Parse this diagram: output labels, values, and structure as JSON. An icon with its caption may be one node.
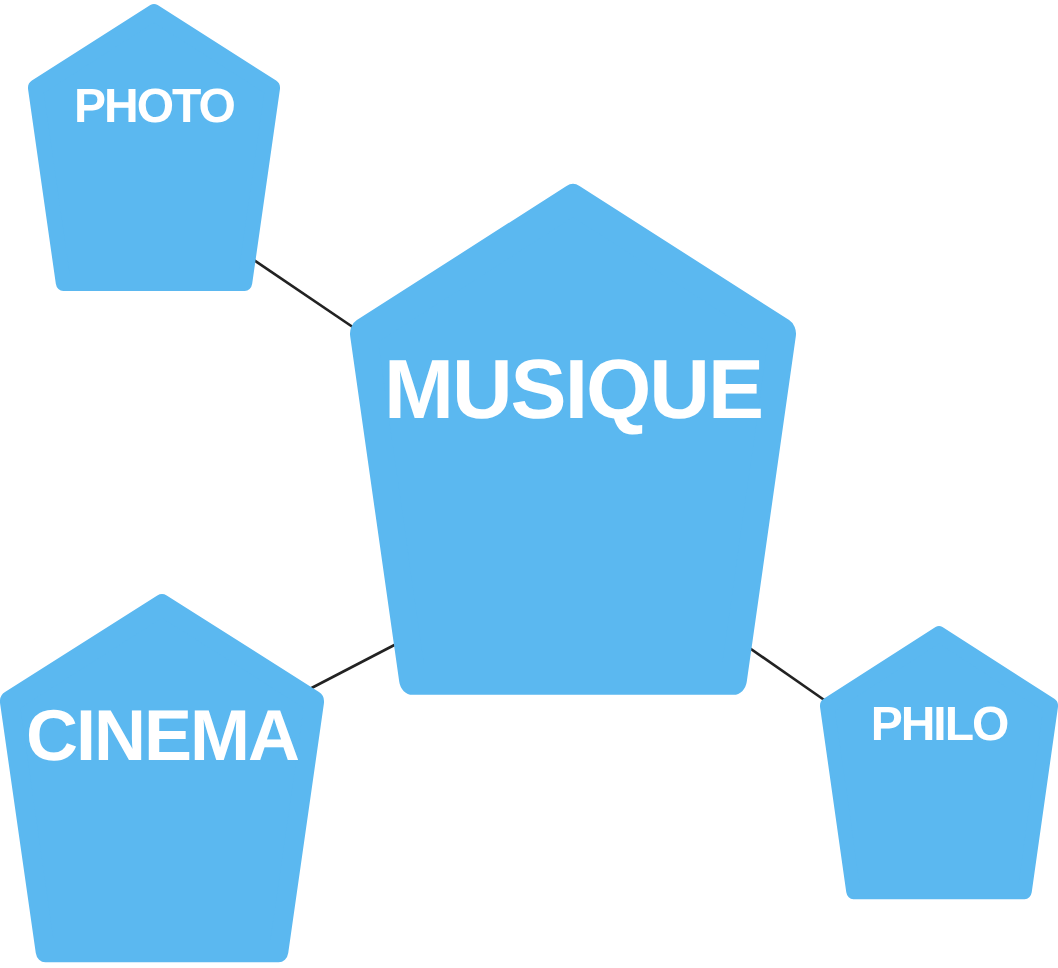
{
  "diagram": {
    "nodes": [
      {
        "text": [
          "PHOTO"
        ]
      },
      {
        "text": [
          "MUSIQUE"
        ]
      },
      {
        "text": [
          "CINEMA"
        ]
      },
      {
        "text": [
          "PHILO"
        ]
      }
    ],
    "edges": [
      {
        "from": 1,
        "to": 0,
        "arrow": "none"
      },
      {
        "from": 1,
        "to": 2,
        "arrow": "none"
      },
      {
        "from": 1,
        "to": 3,
        "arrow": "none"
      }
    ]
  }
}
